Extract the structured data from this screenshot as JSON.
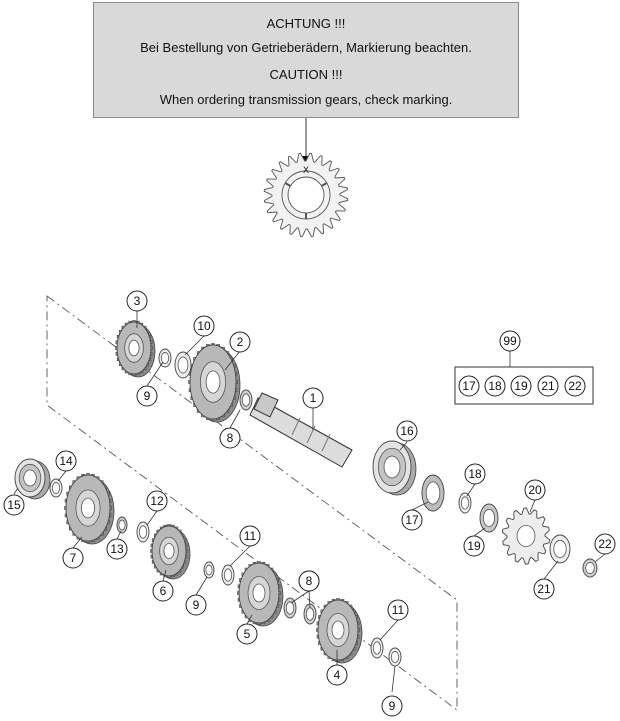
{
  "notice": {
    "de_title": "ACHTUNG !!!",
    "de_text": "Bei Bestellung von Getrieberädern, Markierung beachten.",
    "en_title": "CAUTION !!!",
    "en_text": "When ordering transmission gears, check marking."
  },
  "marking_letter": "X",
  "kit": {
    "label": "99",
    "contents": [
      "17",
      "18",
      "19",
      "21",
      "22"
    ]
  },
  "callouts": [
    {
      "label": "1"
    },
    {
      "label": "2"
    },
    {
      "label": "3"
    },
    {
      "label": "4"
    },
    {
      "label": "5"
    },
    {
      "label": "6"
    },
    {
      "label": "7"
    },
    {
      "label": "8"
    },
    {
      "label": "8"
    },
    {
      "label": "8"
    },
    {
      "label": "9"
    },
    {
      "label": "9"
    },
    {
      "label": "9"
    },
    {
      "label": "10"
    },
    {
      "label": "11"
    },
    {
      "label": "11"
    },
    {
      "label": "12"
    },
    {
      "label": "13"
    },
    {
      "label": "14"
    },
    {
      "label": "15"
    },
    {
      "label": "16"
    },
    {
      "label": "17"
    },
    {
      "label": "18"
    },
    {
      "label": "19"
    },
    {
      "label": "20"
    },
    {
      "label": "21"
    },
    {
      "label": "22"
    }
  ]
}
